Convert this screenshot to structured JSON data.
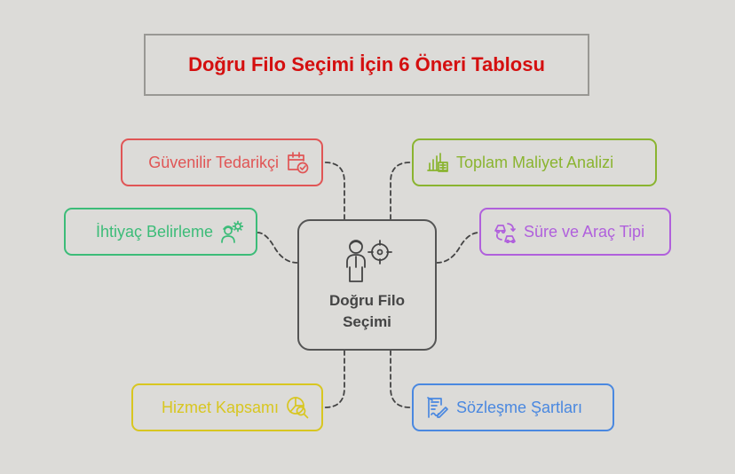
{
  "title": "Doğru Filo Seçimi İçin 6 Öneri Tablosu",
  "center": {
    "line1": "Doğru Filo",
    "line2": "Seçimi",
    "icon": "person-target-icon"
  },
  "nodes": [
    {
      "label": "Güvenilir Tedarikçi",
      "icon": "calendar-check-icon",
      "color": "#e05555"
    },
    {
      "label": "Toplam Maliyet Analizi",
      "icon": "bar-chart-calculator-icon",
      "color": "#8ab430"
    },
    {
      "label": "İhtiyaç Belirleme",
      "icon": "worker-gear-icon",
      "color": "#3cbc78"
    },
    {
      "label": "Süre ve Araç Tipi",
      "icon": "car-route-icon",
      "color": "#b060dc"
    },
    {
      "label": "Hizmet Kapsamı",
      "icon": "pie-magnifier-icon",
      "color": "#d8c620"
    },
    {
      "label": "Sözleşme Şartları",
      "icon": "contract-pen-icon",
      "color": "#4a88e0"
    }
  ],
  "colors": {
    "background": "#dcdbd8",
    "title": "#d40f0f",
    "center": "#444444",
    "connector": "#444444"
  }
}
